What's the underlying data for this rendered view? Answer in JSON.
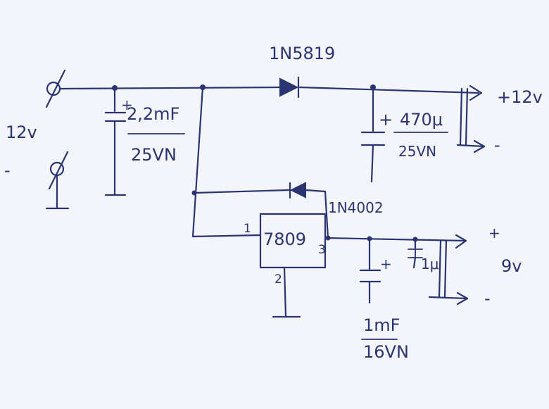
{
  "input": {
    "voltage": "12v",
    "minus": "-"
  },
  "c_input": {
    "polarity": "+",
    "value": "2,2mF",
    "rating": "25VN"
  },
  "d_main": {
    "part": "1N5819"
  },
  "c_out12": {
    "polarity": "+",
    "value": "470μ",
    "rating": "25VN"
  },
  "out12": {
    "plus": "+12v",
    "minus": "-"
  },
  "d_bypass": {
    "part": "1N4002"
  },
  "regulator": {
    "part": "7809",
    "pin_in": "1",
    "pin_gnd": "2",
    "pin_out": "3"
  },
  "c_out9": {
    "polarity": "+",
    "value": "1mF",
    "rating": "16VN"
  },
  "c_small": {
    "value": "1μ"
  },
  "out9": {
    "plus": "+",
    "voltage": "9v",
    "minus": "-"
  }
}
